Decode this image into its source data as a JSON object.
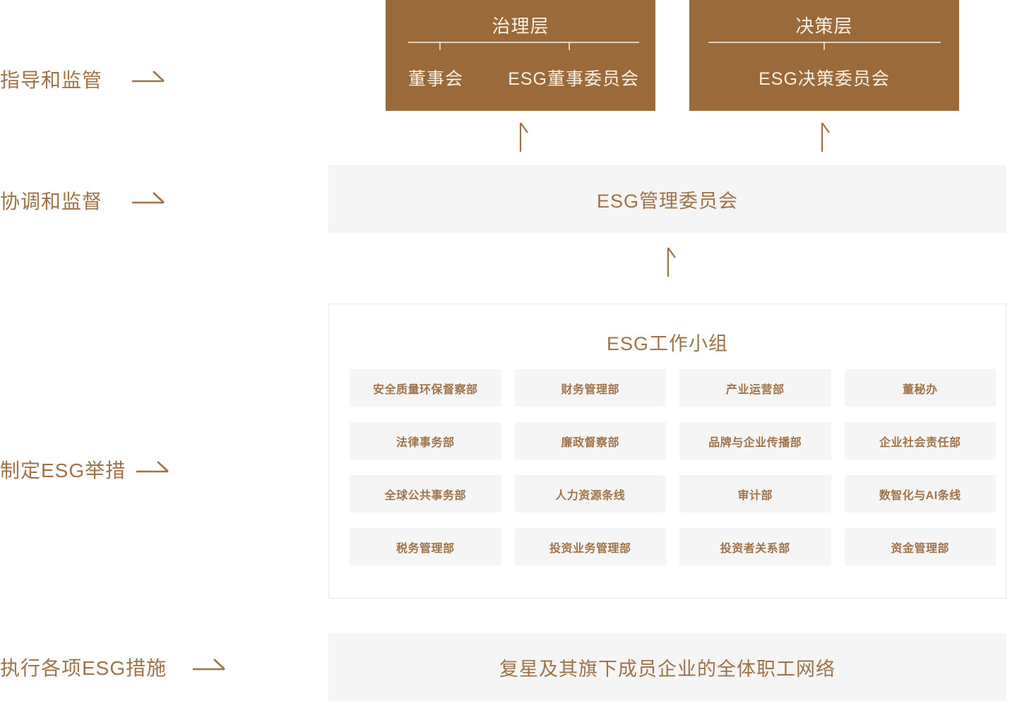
{
  "colors": {
    "brown_box_background": "#9A6A3B",
    "brown_text": "#9F7349",
    "box_text_cream": "#F7F1E6",
    "light_gray_background": "#F5F5F5",
    "outline_border": "#E9E9E9"
  },
  "side_labels": [
    {
      "label": "指导和监管"
    },
    {
      "label": "协调和监督"
    },
    {
      "label": "制定ESG举措"
    },
    {
      "label": "执行各项ESG措施"
    }
  ],
  "governance_box": {
    "title": "治理层",
    "members": [
      "董事会",
      "ESG董事委员会"
    ]
  },
  "decision_box": {
    "title": "决策层",
    "members": [
      "ESG决策委员会"
    ]
  },
  "management_bar": {
    "label": "ESG管理委员会"
  },
  "working_group": {
    "title": "ESG工作小组",
    "departments": [
      "安全质量环保督察部",
      "财务管理部",
      "产业运营部",
      "董秘办",
      "法律事务部",
      "廉政督察部",
      "品牌与企业传播部",
      "企业社会责任部",
      "全球公共事务部",
      "人力资源条线",
      "审计部",
      "数智化与AI条线",
      "税务管理部",
      "投资业务管理部",
      "投资者关系部",
      "资金管理部"
    ]
  },
  "staff_bar": {
    "label": "复星及其旗下成员企业的全体职工网络"
  }
}
